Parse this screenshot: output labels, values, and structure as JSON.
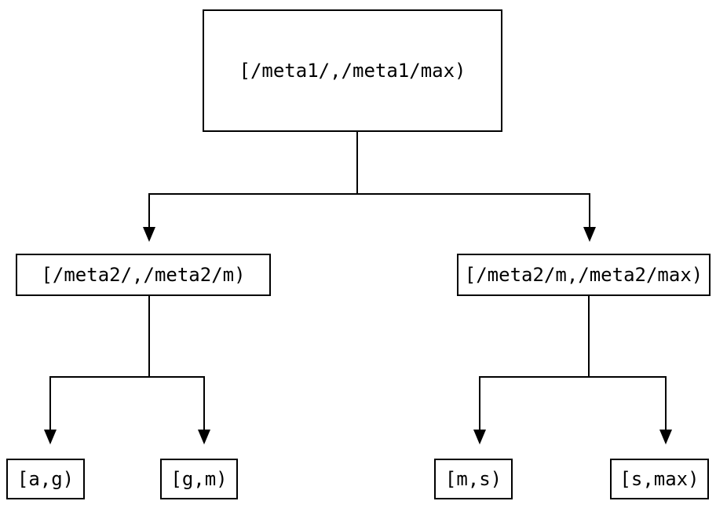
{
  "diagram": {
    "type": "tree",
    "background_color": "#ffffff",
    "line_color": "#000000",
    "text_color": "#000000",
    "icons": {
      "arrowhead": "filled-triangle-down"
    },
    "nodes": {
      "root": {
        "label": "[/meta1/,/meta1/max)"
      },
      "left": {
        "label": "[/meta2/,/meta2/m)"
      },
      "right": {
        "label": "[/meta2/m,/meta2/max)"
      },
      "leaf_ag": {
        "label": "[a,g)"
      },
      "leaf_gm": {
        "label": "[g,m)"
      },
      "leaf_ms": {
        "label": "[m,s)"
      },
      "leaf_smax": {
        "label": "[s,max)"
      }
    },
    "edges": [
      {
        "from": "root",
        "to": "left"
      },
      {
        "from": "root",
        "to": "right"
      },
      {
        "from": "left",
        "to": "leaf_ag"
      },
      {
        "from": "left",
        "to": "leaf_gm"
      },
      {
        "from": "right",
        "to": "leaf_ms"
      },
      {
        "from": "right",
        "to": "leaf_smax"
      }
    ]
  }
}
